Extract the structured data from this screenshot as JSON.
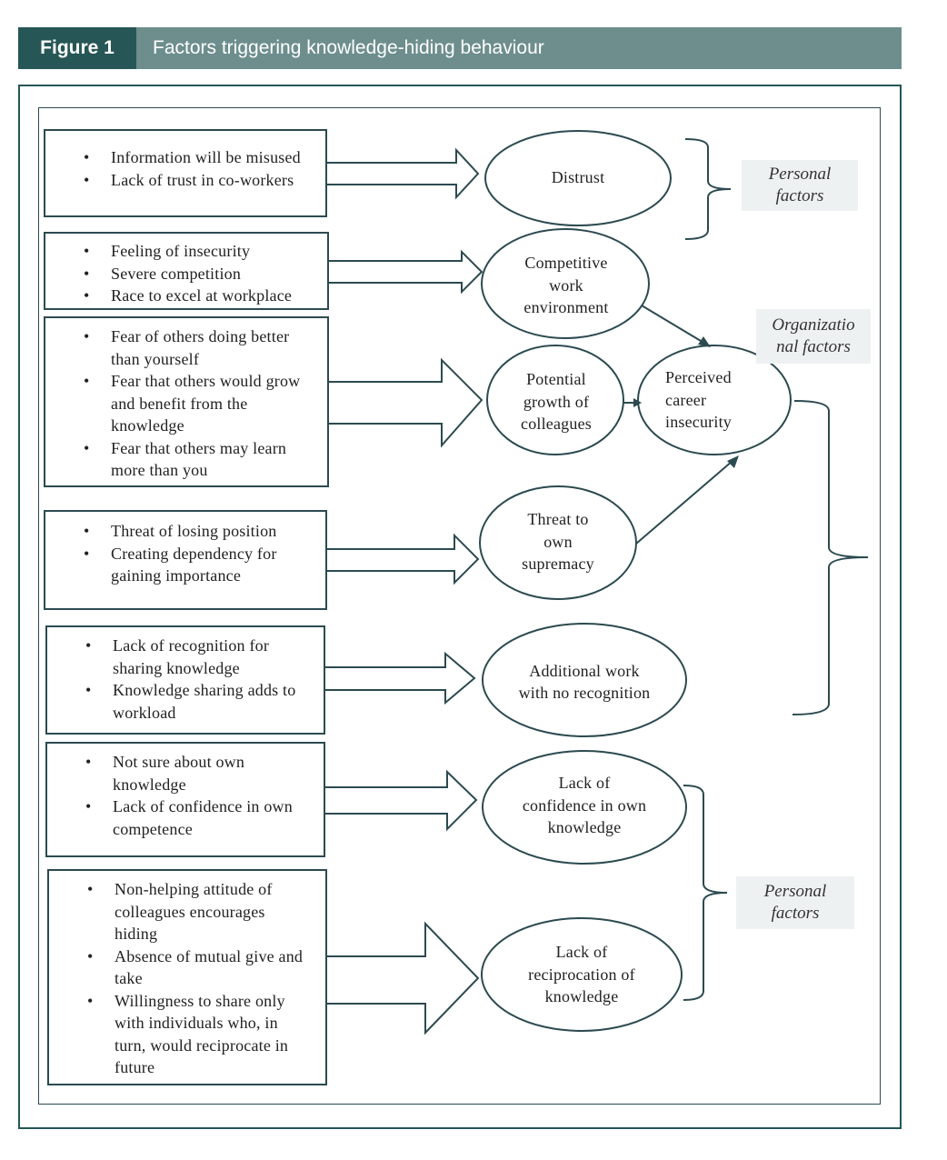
{
  "figure": {
    "label": "Figure 1",
    "title": "Factors triggering knowledge-hiding behaviour"
  },
  "boxes": [
    {
      "items": [
        "Information will be misused",
        "Lack of trust in co-workers"
      ]
    },
    {
      "items": [
        "Feeling of insecurity",
        "Severe competition",
        "Race to excel at workplace"
      ]
    },
    {
      "items": [
        "Fear of others doing better than yourself",
        "Fear that others would grow and benefit from the knowledge",
        "Fear that others may learn more than you"
      ]
    },
    {
      "items": [
        "Threat of losing position",
        "Creating dependency for gaining importance"
      ]
    },
    {
      "items": [
        "Lack of recognition for sharing knowledge",
        "Knowledge sharing adds to workload"
      ]
    },
    {
      "items": [
        "Not sure about own knowledge",
        "Lack of confidence in own competence"
      ]
    },
    {
      "items": [
        "Non-helping attitude of colleagues encourages hiding",
        "Absence of mutual give and take",
        "Willingness to share only with individuals who, in turn, would  reciprocate in future"
      ]
    }
  ],
  "nodes": {
    "distrust": "Distrust",
    "competitive": "Competitive work environment",
    "growth": "Potential growth of colleagues",
    "career": "Perceived career insecurity",
    "supremacy": "Threat to own supremacy",
    "additional": "Additional work with no recognition",
    "confidence": "Lack of confidence in own knowledge",
    "reciprocation": "Lack of reciprocation of knowledge"
  },
  "groups": {
    "personal_top": "Personal factors",
    "organizational": "Organizational factors",
    "personal_bottom": "Personal factors"
  }
}
